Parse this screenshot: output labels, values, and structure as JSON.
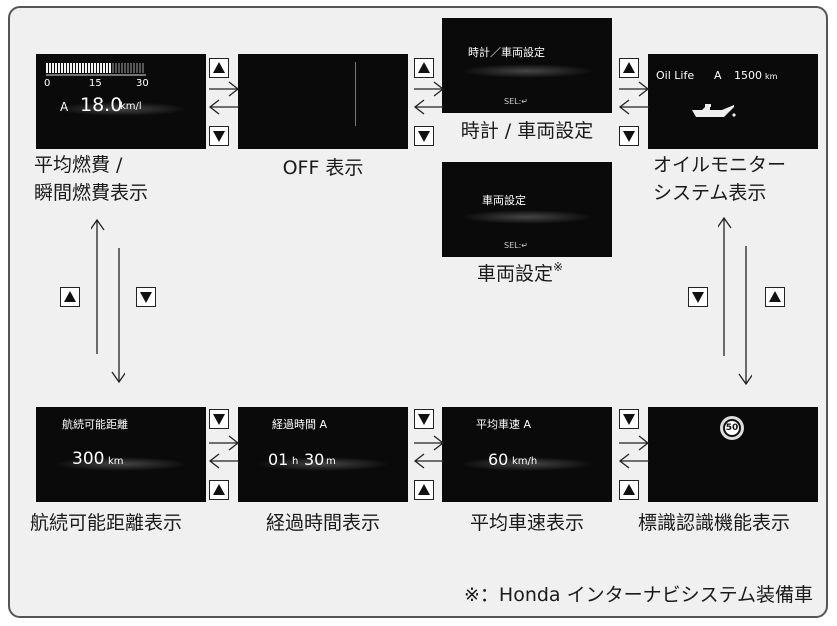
{
  "screens": {
    "fuel": {
      "avg_prefix": "A",
      "avg_value": "18.0",
      "avg_unit": "km/l",
      "scale_0": "0",
      "scale_15": "15",
      "scale_30": "30"
    },
    "clock": {
      "title": "時計／車両設定",
      "sel": "SEL:↵"
    },
    "vehicle": {
      "title": "車両設定",
      "sel": "SEL:↵"
    },
    "oil": {
      "label": "Oil Life",
      "prefix": "A",
      "value": "1500",
      "unit": "km"
    },
    "range": {
      "title": "航続可能距離",
      "value": "300",
      "unit": "km"
    },
    "elapsed": {
      "title": "経過時間 A",
      "hours": "01",
      "h": "h",
      "minutes": "30",
      "m": "m"
    },
    "speed": {
      "title": "平均車速 A",
      "value": "60",
      "unit": "km/h"
    },
    "sign": {
      "limit": "50"
    }
  },
  "captions": {
    "fuel_line1": "平均燃費 /",
    "fuel_line2": "瞬間燃費表示",
    "off": "OFF 表示",
    "clock": "時計 / 車両設定",
    "vehicle": "車両設定",
    "vehicle_mark": "※",
    "oil_line1": "オイルモニター",
    "oil_line2": "システム表示",
    "range": "航続可能距離表示",
    "elapsed": "経過時間表示",
    "speed": "平均車速表示",
    "sign": "標識認識機能表示"
  },
  "footnote": "※：Honda インターナビシステム装備車",
  "icons": {
    "up": "up-triangle-button-icon",
    "down": "down-triangle-button-icon",
    "oil": "oil-can-icon",
    "speed_sign": "speed-limit-sign-icon"
  }
}
